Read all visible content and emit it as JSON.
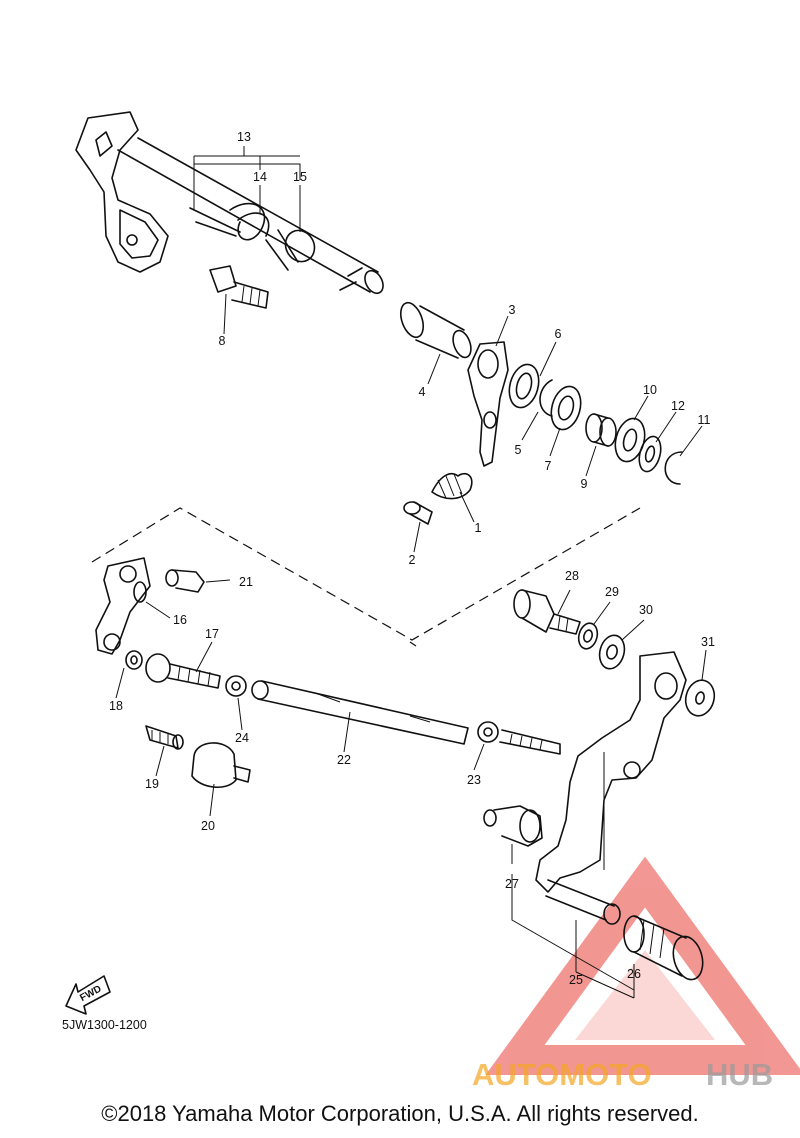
{
  "callouts": {
    "c1": "1",
    "c2": "2",
    "c3": "3",
    "c4": "4",
    "c5": "5",
    "c6": "6",
    "c7": "7",
    "c8": "8",
    "c9": "9",
    "c10": "10",
    "c11": "11",
    "c12": "12",
    "c13": "13",
    "c14": "14",
    "c15": "15",
    "c16": "16",
    "c17": "17",
    "c18": "18",
    "c19": "19",
    "c20": "20",
    "c21": "21",
    "c22": "22",
    "c23": "23",
    "c24": "24",
    "c25": "25",
    "c26": "26",
    "c27": "27",
    "c28": "28",
    "c29": "29",
    "c30": "30",
    "c31": "31"
  },
  "fwd_label": "FWD",
  "diagram_code": "5JW1300-1200",
  "watermark": {
    "part1": "AUTOMOTO",
    "part2": "HUB",
    "color_orange": "#f5a623",
    "color_gray": "#9a9a9a",
    "color_red": "#e8423a"
  },
  "copyright": "©2018 Yamaha Motor Corporation, U.S.A. All rights reserved."
}
